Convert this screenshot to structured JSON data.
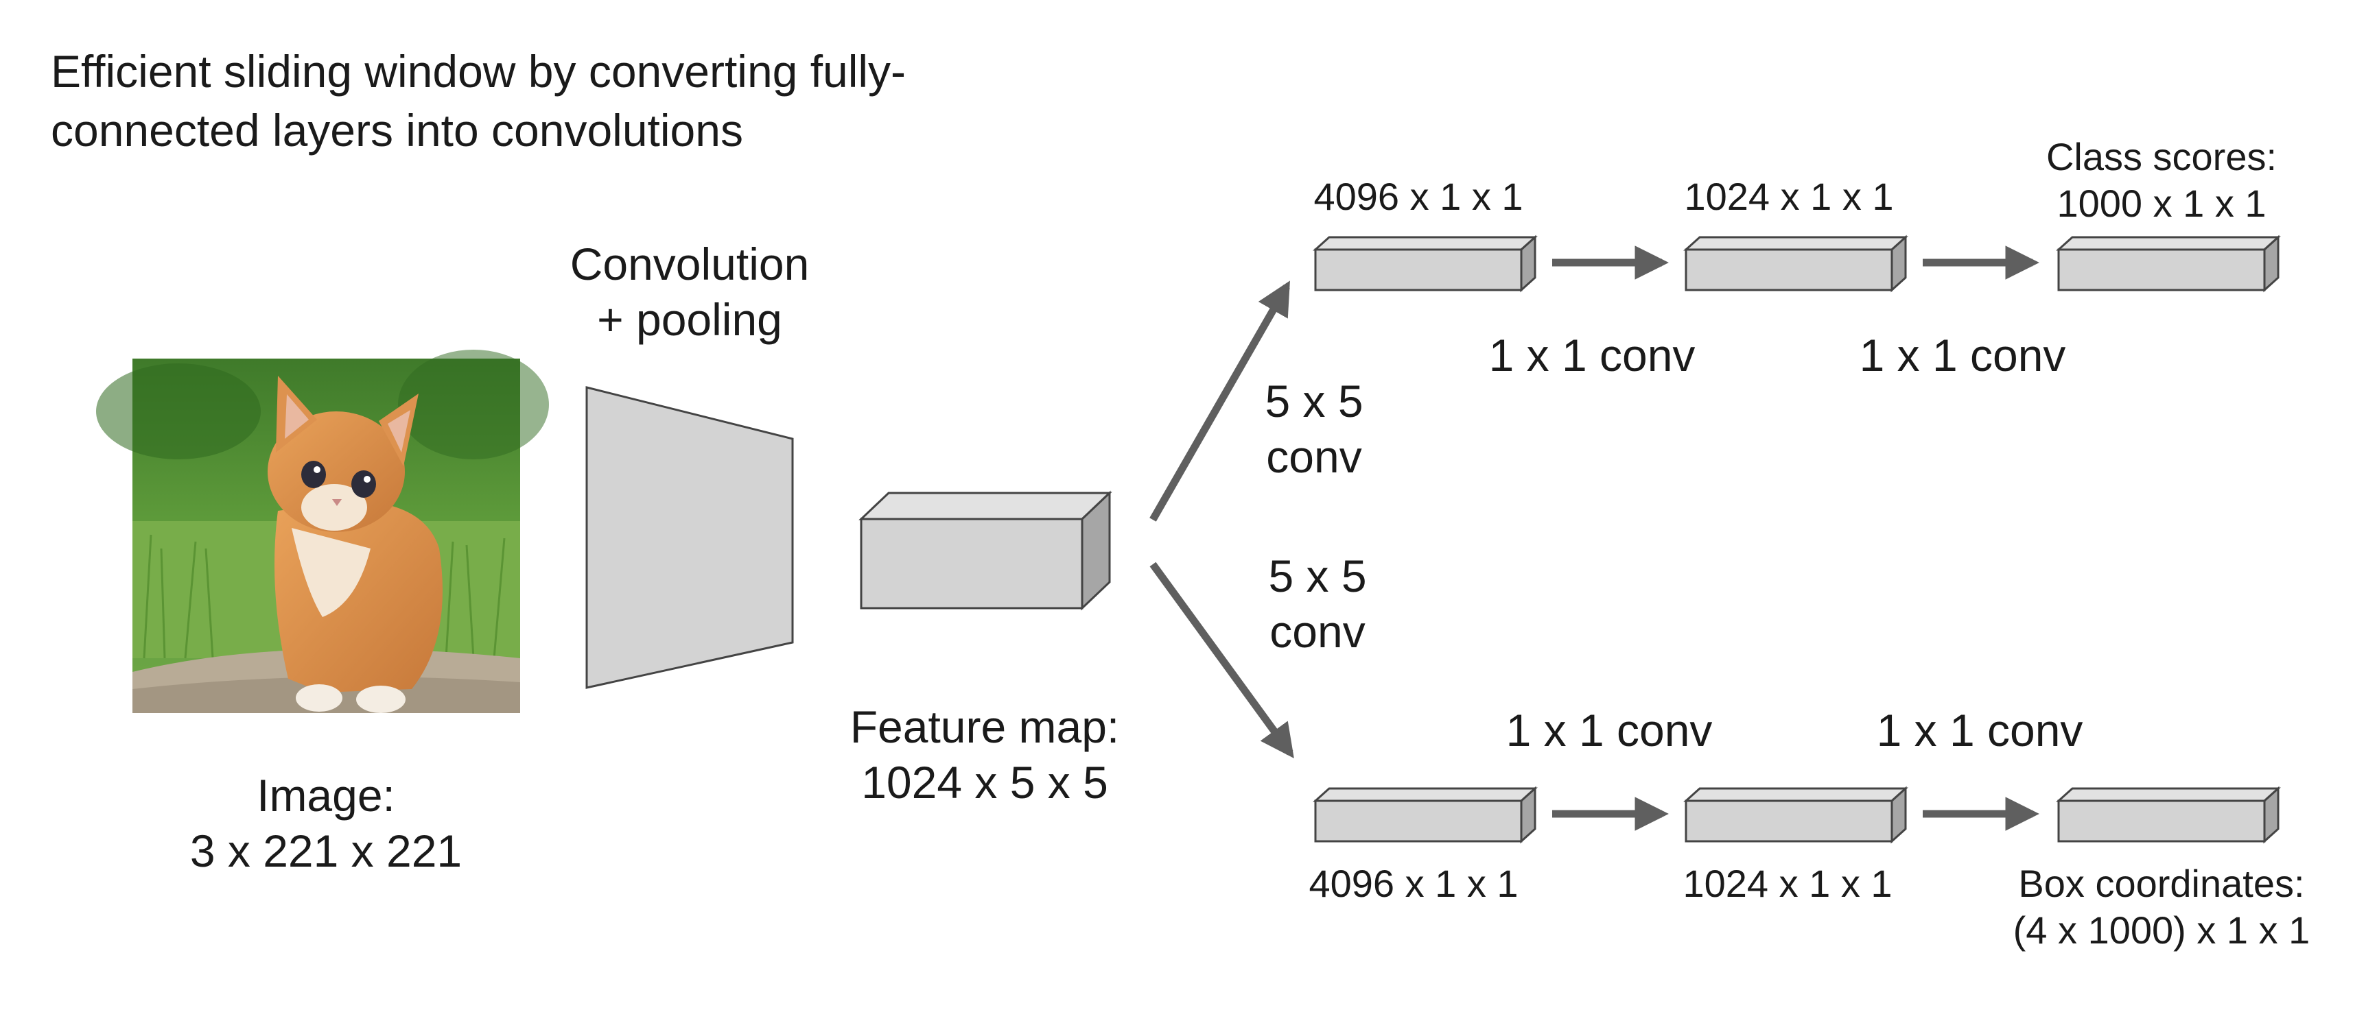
{
  "title": {
    "line1": "Efficient sliding window by converting fully-",
    "line2": "connected layers into convolutions"
  },
  "input": {
    "image_label_line1": "Image:",
    "image_label_line2": "3 x 221 x 221",
    "image_subject": "orange tabby kitten sitting on grass"
  },
  "conv_stage": {
    "label_line1": "Convolution",
    "label_line2": "+ pooling"
  },
  "feature_map": {
    "label_line1": "Feature map:",
    "label_line2": "1024 x 5 x 5"
  },
  "top_branch": {
    "entry_conv_line1": "5 x 5",
    "entry_conv_line2": "conv",
    "layer1_dims": "4096 x 1 x 1",
    "layer2_dims": "1024 x 1 x 1",
    "output_label_line1": "Class scores:",
    "output_label_line2": "1000 x 1 x 1",
    "conv1": "1 x 1 conv",
    "conv2": "1 x 1 conv"
  },
  "bottom_branch": {
    "entry_conv_line1": "5 x 5",
    "entry_conv_line2": "conv",
    "layer1_dims": "4096 x 1 x 1",
    "layer2_dims": "1024 x 1 x 1",
    "output_label_line1": "Box coordinates:",
    "output_label_line2": "(4 x 1000) x 1 x 1",
    "conv1": "1 x 1 conv",
    "conv2": "1 x 1 conv"
  },
  "colors": {
    "box_front": "#d3d3d3",
    "box_top": "#e2e2e2",
    "box_side": "#a6a6a6",
    "outline": "#444444",
    "arrow": "#5f5f5f",
    "text": "#1a1a1a"
  }
}
